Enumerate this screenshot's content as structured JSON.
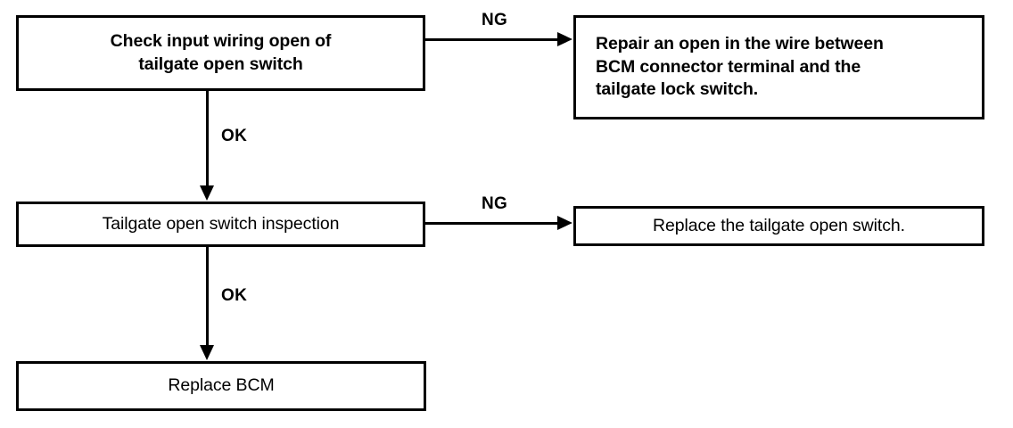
{
  "diagram": {
    "title": "Tailgate open switch diagnostic flowchart",
    "type": "flowchart",
    "background_color": "#ffffff",
    "line_color": "#000000",
    "nodes": [
      {
        "id": "check-input-wiring",
        "label": "Check input wiring open of\ntailgate open switch",
        "align": "center",
        "weight": "bold"
      },
      {
        "id": "repair-open-wire",
        "label": "Repair an open in the wire between\nBCM connector terminal and the\ntailgate lock switch.",
        "align": "left",
        "weight": "bold"
      },
      {
        "id": "tailgate-switch-inspection",
        "label": "Tailgate open switch inspection",
        "align": "center",
        "weight": "normal"
      },
      {
        "id": "replace-tailgate-switch",
        "label": "Replace the tailgate open switch.",
        "align": "center",
        "weight": "normal"
      },
      {
        "id": "replace-bcm",
        "label": "Replace BCM",
        "align": "center",
        "weight": "normal"
      }
    ],
    "edges": [
      {
        "id": "edge-ng-1",
        "label": "NG",
        "from": "check-input-wiring",
        "to": "repair-open-wire",
        "direction": "right"
      },
      {
        "id": "edge-ok-1",
        "label": "OK",
        "from": "check-input-wiring",
        "to": "tailgate-switch-inspection",
        "direction": "down"
      },
      {
        "id": "edge-ng-2",
        "label": "NG",
        "from": "tailgate-switch-inspection",
        "to": "replace-tailgate-switch",
        "direction": "right"
      },
      {
        "id": "edge-ok-2",
        "label": "OK",
        "from": "tailgate-switch-inspection",
        "to": "replace-bcm",
        "direction": "down"
      }
    ]
  }
}
